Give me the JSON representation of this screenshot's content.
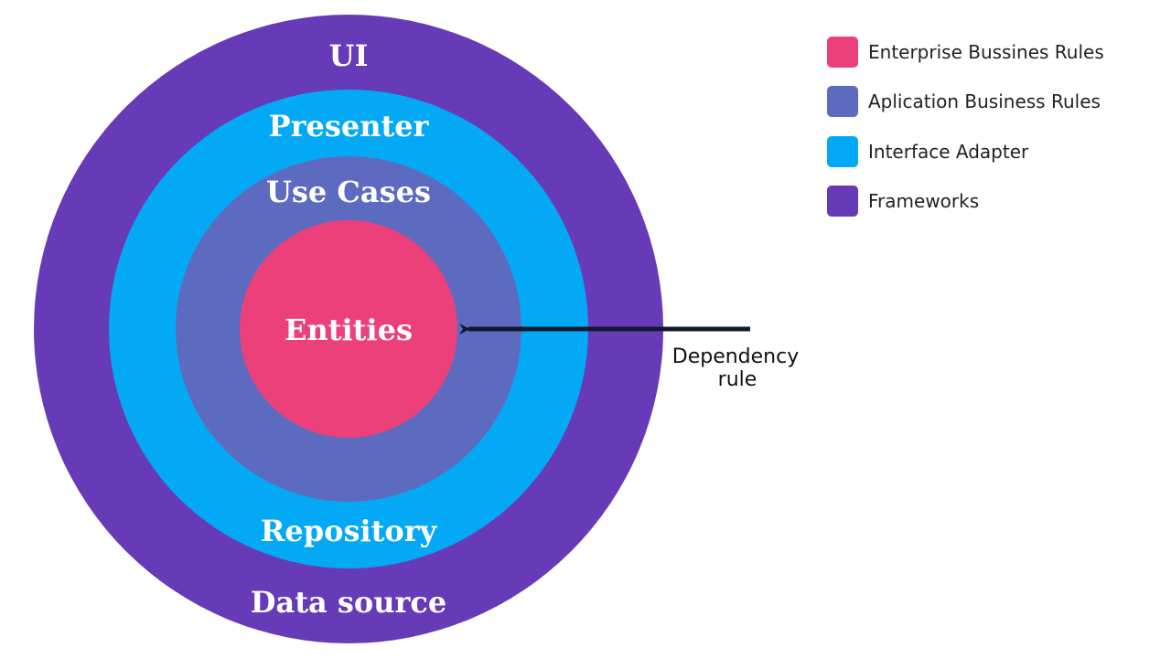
{
  "colors": {
    "entities": "#ec407a",
    "use_cases": "#5c6bc0",
    "interface_adapter": "#03a9f4",
    "frameworks": "#673ab7",
    "arrow": "#111a2e",
    "label_text": "#ffffff"
  },
  "rings": {
    "outer": {
      "top_label": "UI",
      "bottom_label": "Data source"
    },
    "adapters": {
      "top_label": "Presenter",
      "bottom_label": "Repository"
    },
    "use_cases": {
      "top_label": "Use Cases"
    },
    "core": {
      "label": "Entities"
    }
  },
  "arrow": {
    "caption_line1": "Dependency",
    "caption_line2": "rule"
  },
  "legend": [
    {
      "label": "Enterprise Bussines Rules",
      "color": "#ec407a"
    },
    {
      "label": "Aplication Business Rules",
      "color": "#5c6bc0"
    },
    {
      "label": "Interface Adapter",
      "color": "#03a9f4"
    },
    {
      "label": "Frameworks",
      "color": "#673ab7"
    }
  ]
}
